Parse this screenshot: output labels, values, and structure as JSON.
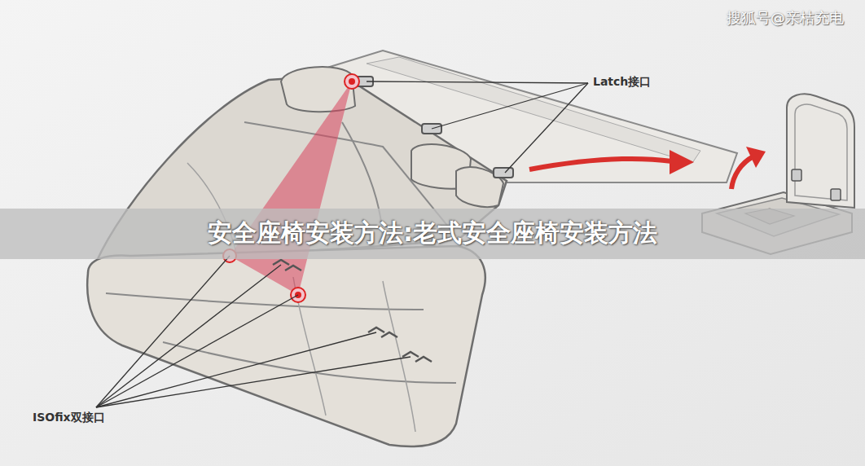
{
  "diagram": {
    "title": "安全座椅安装方法:老式安全座椅安装方法",
    "labels": [
      "Latch接口",
      "ISOfix双接口",
      "搜狐号@亲桔充电"
    ]
  }
}
